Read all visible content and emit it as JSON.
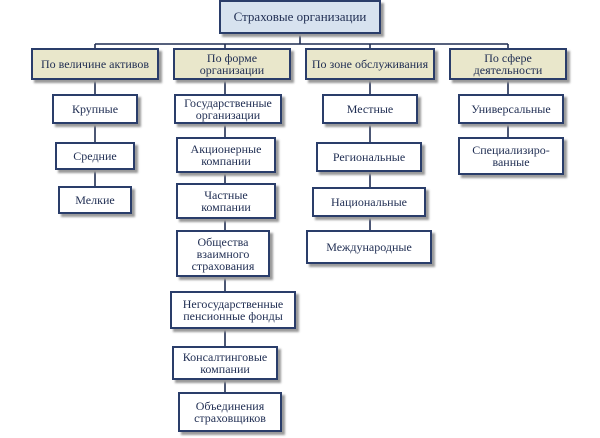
{
  "root": {
    "label": "Страховые организации"
  },
  "categories": [
    {
      "label": "По величине активов",
      "items": [
        "Крупные",
        "Средние",
        "Мелкие"
      ]
    },
    {
      "label": "По форме организации",
      "items": [
        "Государственные организации",
        "Акционерные компании",
        "Частные компании",
        "Общества взаимного страхования",
        "Негосударственные пенсионные фонды",
        "Консалтинговые компании",
        "Объединения страховщиков"
      ]
    },
    {
      "label": "По зоне обслуживания",
      "items": [
        "Местные",
        "Региональные",
        "Национальные",
        "Международные"
      ]
    },
    {
      "label": "По сфере деятельности",
      "items": [
        "Универсальные",
        "Специализиро-ванные"
      ]
    }
  ],
  "colors": {
    "border": "#2a3d6a",
    "root_fill": "#d7e2ef",
    "category_fill": "#e9e7cb",
    "item_fill": "#ffffff",
    "text": "#1f2d52"
  }
}
